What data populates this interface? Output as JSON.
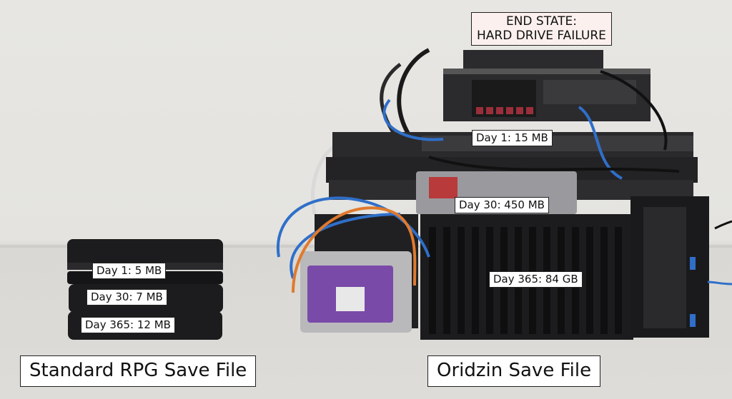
{
  "title_label": {
    "line1": "END STATE:",
    "line2": "HARD DRIVE FAILURE"
  },
  "standard": {
    "caption": "Standard RPG Save File",
    "drives": [
      "Day 1: 5 MB",
      "Day 30: 7 MB",
      "Day 365: 12 MB"
    ]
  },
  "oridzin": {
    "caption": "Oridzin Save File",
    "labels": [
      "Day 1: 15 MB",
      "Day 30: 450 MB",
      "Day 365: 84 GB"
    ]
  },
  "colors": {
    "drive_black": "#1c1c1e",
    "cable_blue": "#2f6fc9",
    "cable_orange": "#e07a2e",
    "hdd_purple": "#7a4aa8",
    "hdd_red": "#b83a3a"
  }
}
